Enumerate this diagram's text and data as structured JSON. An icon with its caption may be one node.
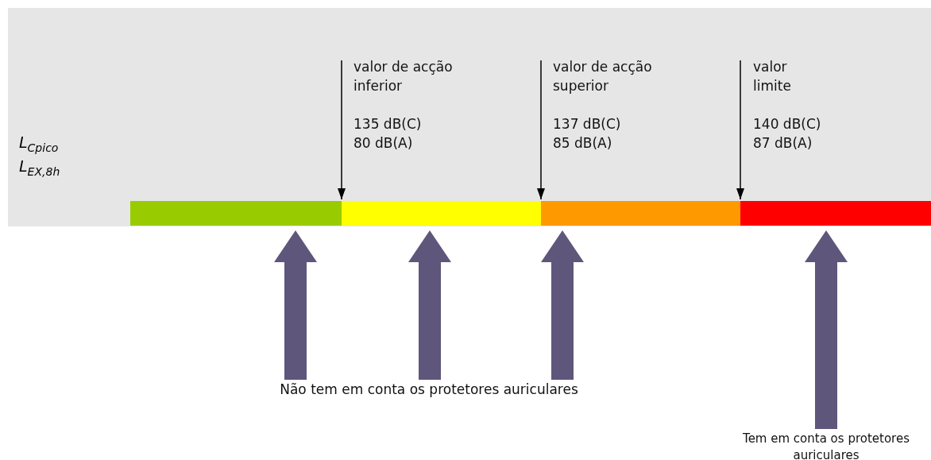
{
  "diagram": {
    "nodes": [
      {
        "text": [
          "valor de acção inferior",
          "135 dB(C)",
          "80 dB(A)"
        ]
      },
      {
        "text": [
          "valor de acção superior",
          "137 dB(C)",
          "85 dB(A)"
        ]
      },
      {
        "text": [
          "valor limite",
          "140 dB(C)",
          "87 dB(A)"
        ]
      },
      {
        "text": [],
        "shape": "bar"
      },
      {
        "text": [],
        "shape": "bar"
      },
      {
        "text": [],
        "shape": "bar"
      },
      {
        "text": [],
        "shape": "bar"
      },
      {
        "text": [
          "Não tem em conta os protetores auriculares"
        ]
      },
      {
        "text": [
          "Tem em conta os protetores auriculares"
        ]
      }
    ],
    "edges": [
      {
        "from": 0,
        "to": 4,
        "arrow": "to",
        "color": "#000000"
      },
      {
        "from": 1,
        "to": 5,
        "arrow": "to",
        "color": "#000000"
      },
      {
        "from": 2,
        "to": 6,
        "arrow": "to",
        "color": "#000000"
      },
      {
        "from": 7,
        "to": 3,
        "arrow": "to",
        "color": "#5f567c"
      },
      {
        "from": 7,
        "to": 4,
        "arrow": "to",
        "color": "#5f567c"
      },
      {
        "from": 7,
        "to": 5,
        "arrow": "to",
        "color": "#5f567c"
      },
      {
        "from": 8,
        "to": 6,
        "arrow": "to",
        "color": "#5f567c"
      }
    ],
    "labels": [
      "L$_{Cpico}$",
      "L$_{EX,8h}$"
    ]
  }
}
